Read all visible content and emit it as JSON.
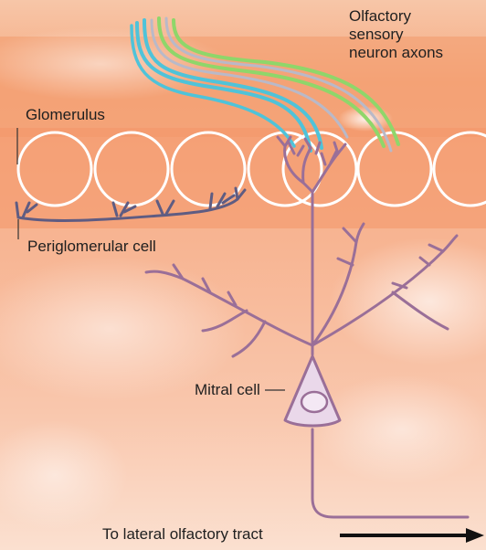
{
  "labels": {
    "olfactory_line1": "Olfactory",
    "olfactory_line2": "sensory",
    "olfactory_line3": "neuron axons",
    "glomerulus": "Glomerulus",
    "periglomerular": "Periglomerular cell",
    "mitral": "Mitral cell",
    "tract": "To lateral olfactory tract"
  },
  "colors": {
    "tissue": "#f6b48f",
    "tissue_band": "#f39a6c",
    "glomerulus_outline": "#ffffff",
    "axon_cyan": "#4fc3d9",
    "axon_green": "#8fd66a",
    "axon_gray": "#b9b9c8",
    "mitral_cell": "#9a6f98",
    "mitral_soma": "#ead8ea",
    "periglomerular_cell": "#5f5c82",
    "arrow": "#111111"
  }
}
